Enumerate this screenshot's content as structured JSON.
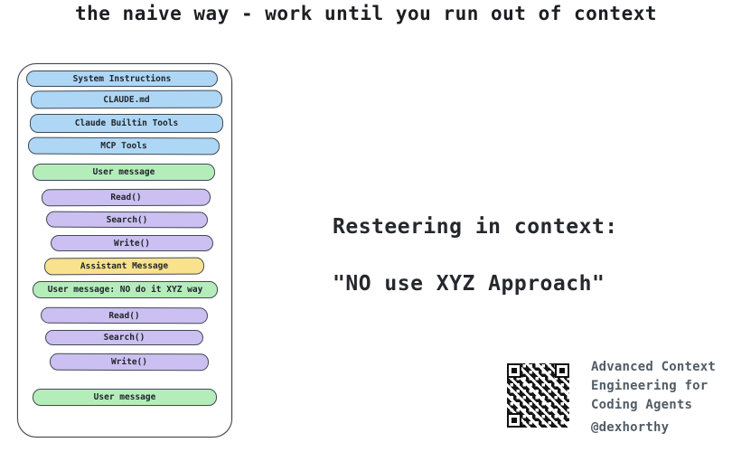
{
  "title": "the naive way - work until you run out of context",
  "colors": {
    "blue": "#aed7f6",
    "green": "#b4edba",
    "purple": "#cbc0f1",
    "yellow": "#f9e28d",
    "outline": "#424953"
  },
  "stack": {
    "items": [
      {
        "label": "System Instructions",
        "kind": "blue"
      },
      {
        "label": "CLAUDE.md",
        "kind": "blue"
      },
      {
        "label": "Claude Builtin Tools",
        "kind": "blue"
      },
      {
        "label": "MCP Tools",
        "kind": "blue"
      },
      {
        "label": "User message",
        "kind": "green"
      },
      {
        "label": "Read()",
        "kind": "purple"
      },
      {
        "label": "Search()",
        "kind": "purple"
      },
      {
        "label": "Write()",
        "kind": "purple"
      },
      {
        "label": "Assistant Message",
        "kind": "yellow"
      },
      {
        "label": "User message: NO do it XYZ way",
        "kind": "green"
      },
      {
        "label": "Read()",
        "kind": "purple"
      },
      {
        "label": "Search()",
        "kind": "purple"
      },
      {
        "label": "Write()",
        "kind": "purple"
      },
      {
        "label": "User message",
        "kind": "green"
      }
    ]
  },
  "annotation": {
    "line1": "Resteering in context:",
    "line2": "\"NO use XYZ Approach\""
  },
  "footer": {
    "lines": [
      "Advanced Context",
      "Engineering for",
      "Coding Agents"
    ],
    "handle": "@dexhorthy"
  }
}
